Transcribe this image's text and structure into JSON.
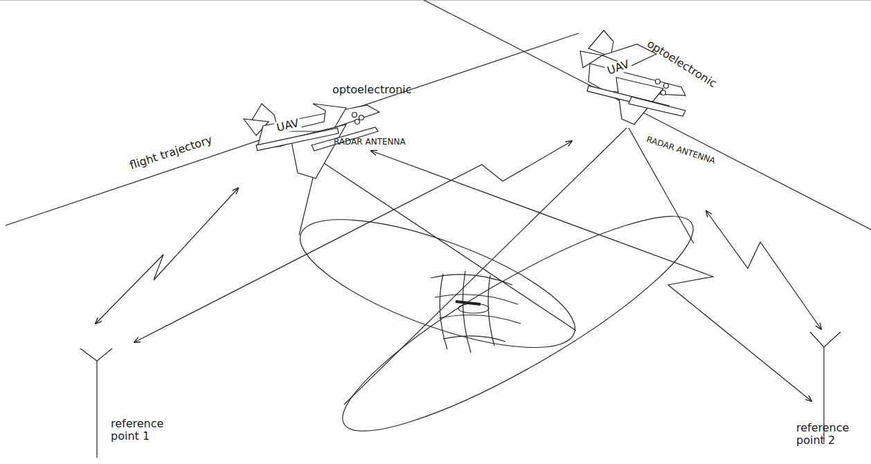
{
  "diagram": {
    "labels": [
      "optoelectronic",
      "UAV",
      "RADAR ANTENNA",
      "flight trajectory",
      "optoelectronic",
      "UAV",
      "RADAR ANTENNA",
      "reference point 1",
      "reference point 2"
    ]
  }
}
